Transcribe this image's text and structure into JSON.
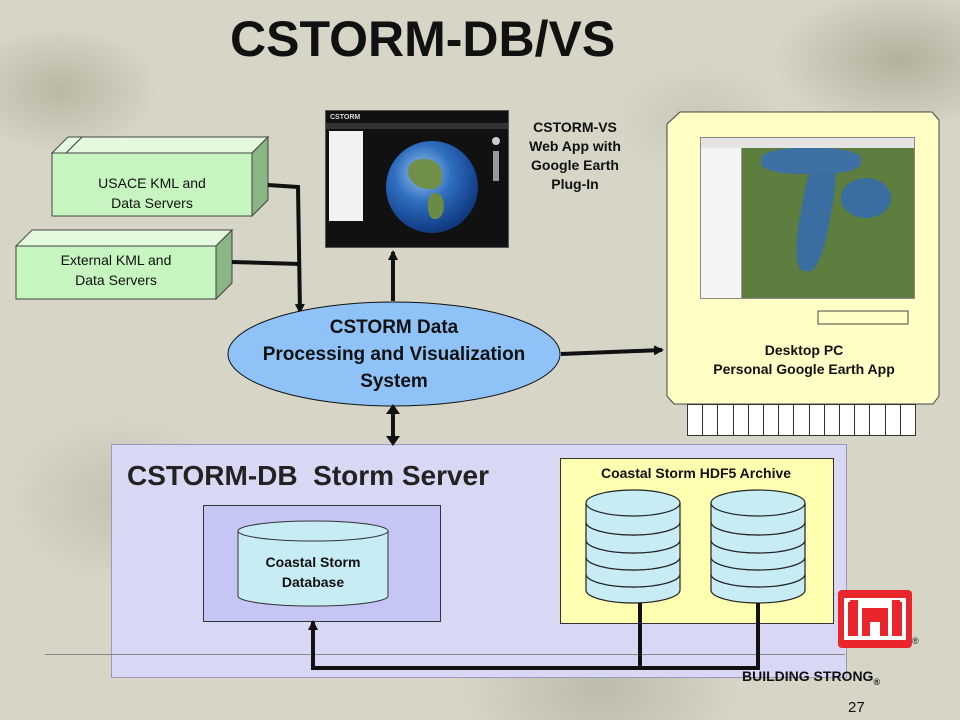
{
  "title": "CSTORM-DB/VS",
  "sources": {
    "usace": [
      "USACE KML and",
      "Data Servers"
    ],
    "external": [
      "External KML and",
      "Data Servers"
    ]
  },
  "system": {
    "label": [
      "CSTORM Data",
      "Processing and Visualization",
      "System"
    ]
  },
  "web_app": {
    "label": [
      "CSTORM-VS",
      "Web App with",
      "Google Earth",
      "Plug-In"
    ],
    "screenshot_title": "CSTORM"
  },
  "desktop": {
    "label": [
      "Desktop PC",
      "Personal Google Earth App"
    ]
  },
  "server": {
    "title": "CSTORM-DB  Storm Server",
    "database": [
      "Coastal Storm",
      "Database"
    ],
    "archive": "Coastal Storm HDF5 Archive"
  },
  "footer": {
    "building_strong": "BUILDING STRONG",
    "registered": "®",
    "page_number": "27"
  },
  "colors": {
    "kml_box": "#c6f5c0",
    "ellipse": "#8fc3f7",
    "database": "#c8ecf4",
    "archive_bg": "#ffffb2",
    "pc_bg": "#ffffc6",
    "server_bg": "#d8d8f4",
    "logo_red": "#e8262c"
  }
}
